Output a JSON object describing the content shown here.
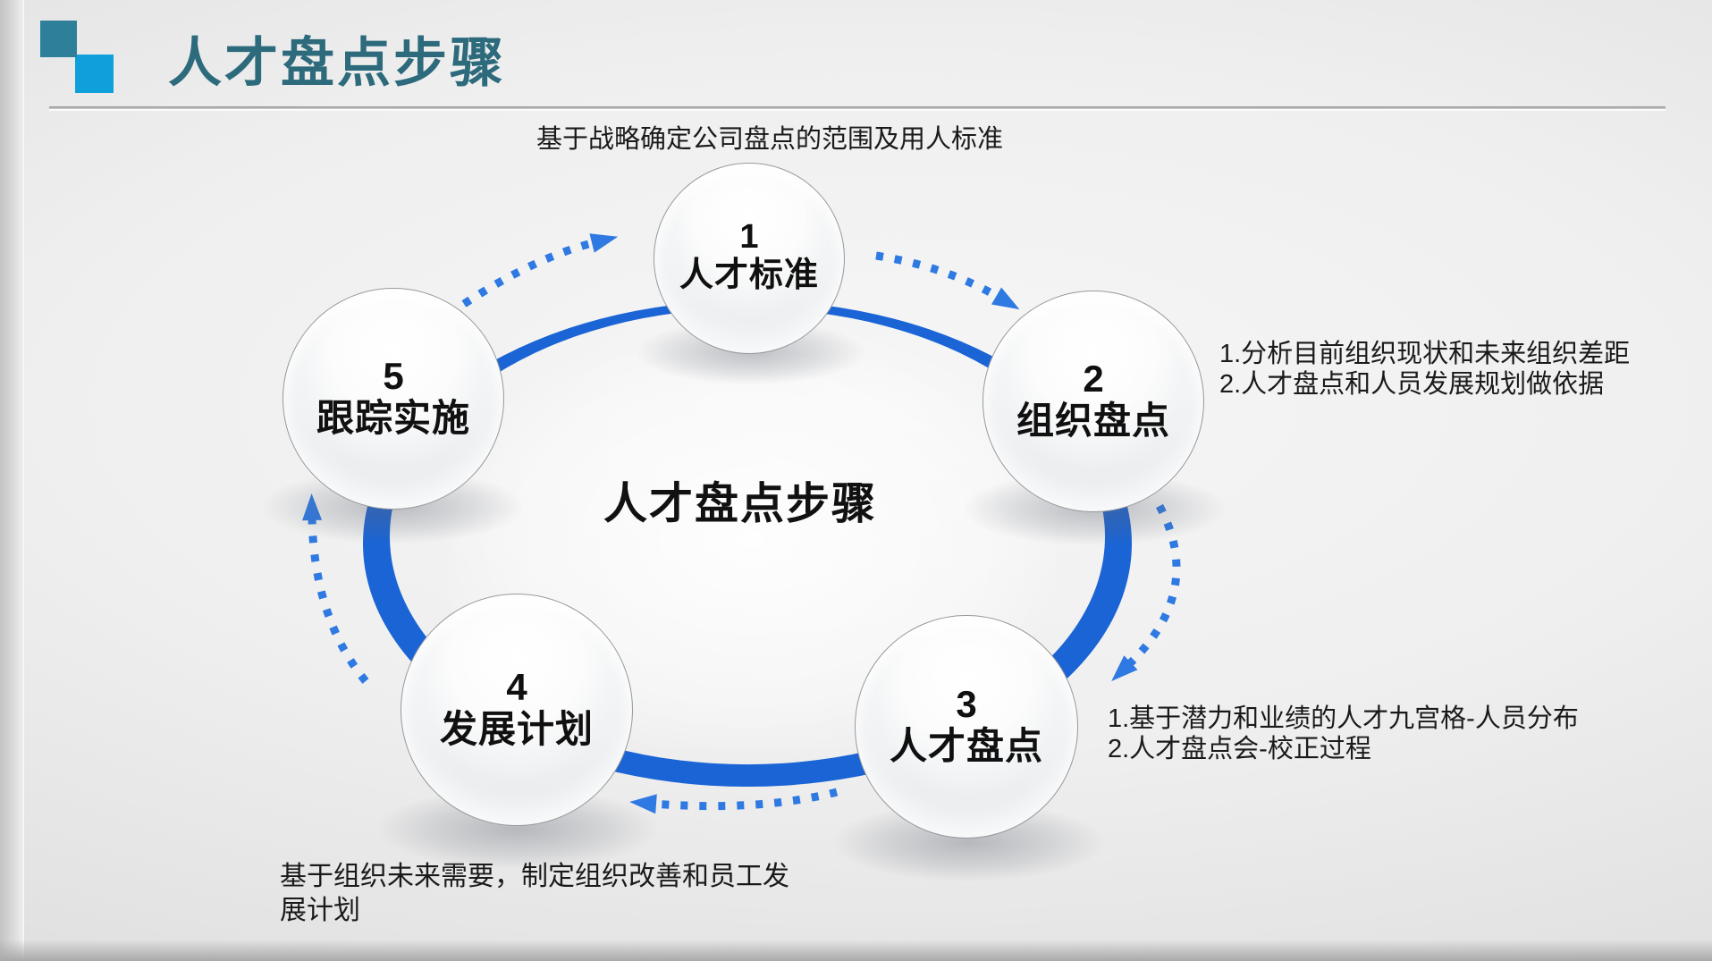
{
  "slide": {
    "title": "人才盘点步骤",
    "center_label": "人才盘点步骤"
  },
  "steps": [
    {
      "number": "1",
      "label": "人才标准"
    },
    {
      "number": "2",
      "label": "组织盘点"
    },
    {
      "number": "3",
      "label": "人才盘点"
    },
    {
      "number": "4",
      "label": "发展计划"
    },
    {
      "number": "5",
      "label": "跟踪实施"
    }
  ],
  "annotations": {
    "top": {
      "line1": "基于战略确定公司盘点的范围及用人标准"
    },
    "right": {
      "line1": "1.分析目前组织现状和未来组织差距",
      "line2": "2.人才盘点和人员发展规划做依据"
    },
    "bottom_right": {
      "line1": "1.基于潜力和业绩的人才九宫格-人员分布",
      "line2": "2.人才盘点会-校正过程"
    },
    "bottom_left": {
      "line1": "基于组织未来需要，制定组织改善和员工发",
      "line2": "展计划"
    }
  },
  "colors": {
    "title_text": "#2C6A7C",
    "accent_square_dark": "#2E7F99",
    "accent_square_light": "#0FA0DC",
    "ring_blue": "#1A64D6",
    "arrow_blue": "#2E79E2",
    "body_text": "#1A1A1A"
  }
}
